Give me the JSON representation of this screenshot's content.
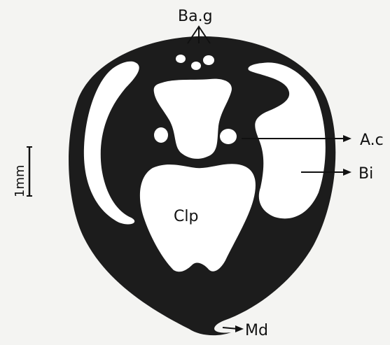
{
  "labels": {
    "bag": "Ba.g",
    "ao": "A.c",
    "bi": "Bi",
    "clp": "Clp",
    "md": "Md",
    "scale": "1mm"
  },
  "colors": {
    "background": "#f4f4f2",
    "tissue": "#1c1c1c",
    "cavity": "#ffffff",
    "ink": "#111111"
  }
}
